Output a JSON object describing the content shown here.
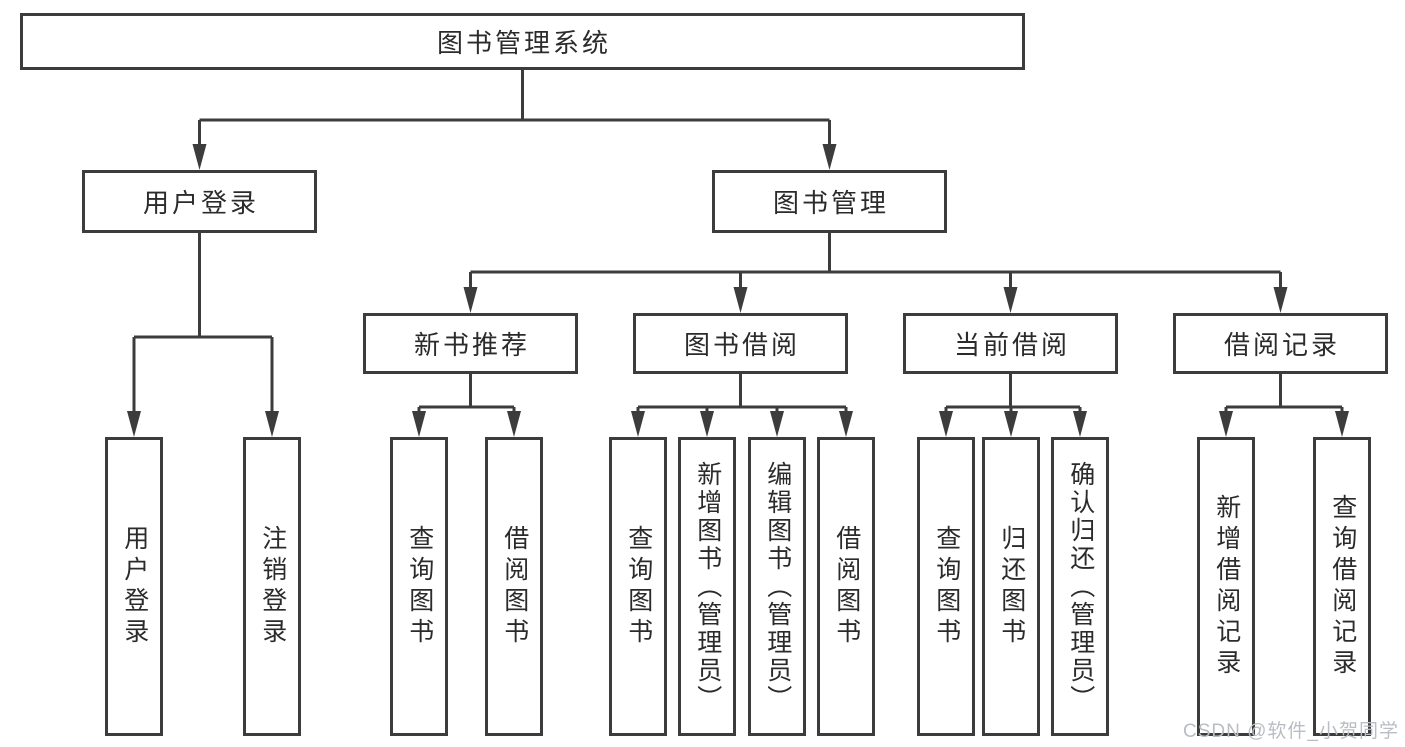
{
  "diagram": {
    "title": "图书管理系统",
    "colors": {
      "line": "#3c3c3c",
      "border": "#3c3c3c",
      "text": "#2b2b2b",
      "background": "#ffffff",
      "watermark": "#b9bdc4"
    },
    "nodes": {
      "root": "图书管理系统",
      "user_login": "用户登录",
      "book_management": "图书管理",
      "new_book_recommend": "新书推荐",
      "book_borrow": "图书借阅",
      "current_borrow": "当前借阅",
      "borrow_records": "借阅记录",
      "leaf_user_login": "用户登录",
      "leaf_logout": "注销登录",
      "leaf_query_book_recommend": "查询图书",
      "leaf_borrow_book_recommend": "借阅图书",
      "leaf_query_book_borrow": "查询图书",
      "leaf_add_book_admin": "新增图书（管理员）",
      "leaf_edit_book_admin": "编辑图书（管理员）",
      "leaf_borrow_book_borrow": "借阅图书",
      "leaf_query_book_current": "查询图书",
      "leaf_return_book": "归还图书",
      "leaf_confirm_return_admin": "确认归还（管理员）",
      "leaf_add_borrow_record": "新增借阅记录",
      "leaf_query_borrow_record": "查询借阅记录"
    },
    "watermark": "CSDN @软件_小贺同学"
  }
}
